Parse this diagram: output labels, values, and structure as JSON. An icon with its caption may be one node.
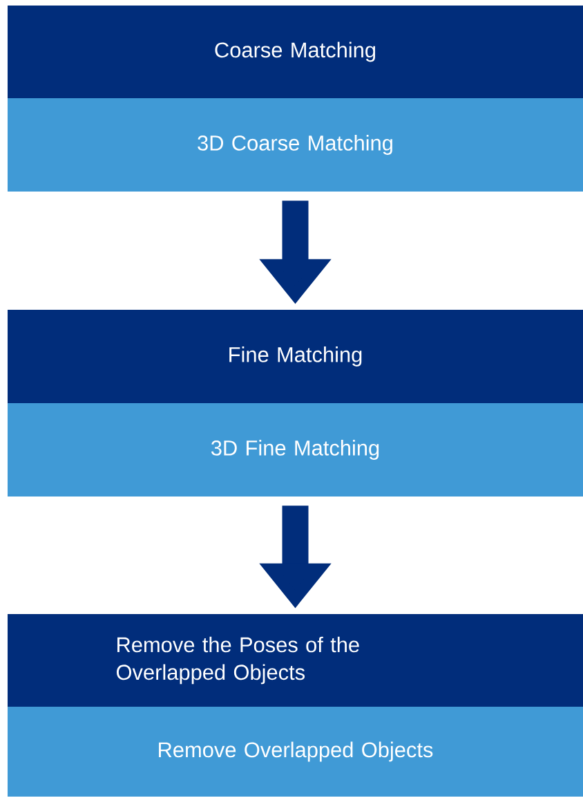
{
  "diagram": {
    "nodes": [
      {
        "text": [
          "Coarse Matching"
        ]
      },
      {
        "text": [
          "3D Coarse Matching"
        ]
      },
      {
        "text": [
          "Fine Matching"
        ]
      },
      {
        "text": [
          "3D Fine Matching"
        ]
      },
      {
        "text": [
          "Remove the Poses of the Overlapped Objects"
        ]
      },
      {
        "text": [
          "Remove Overlapped Objects"
        ]
      }
    ],
    "edges": [
      {
        "from": 1,
        "to": 2,
        "arrow": "to"
      },
      {
        "from": 3,
        "to": 4,
        "arrow": "to"
      }
    ]
  }
}
